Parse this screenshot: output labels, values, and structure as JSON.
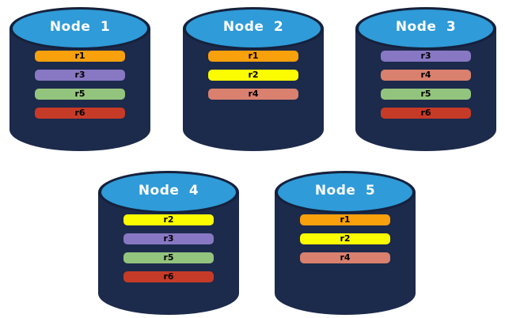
{
  "diagram": {
    "nodes": [
      {
        "label": "Node 1",
        "replicas": [
          "r1",
          "r3",
          "r5",
          "r6"
        ]
      },
      {
        "label": "Node 2",
        "replicas": [
          "r1",
          "r2",
          "r4"
        ]
      },
      {
        "label": "Node 3",
        "replicas": [
          "r3",
          "r4",
          "r5",
          "r6"
        ]
      },
      {
        "label": "Node 4",
        "replicas": [
          "r2",
          "r3",
          "r5",
          "r6"
        ]
      },
      {
        "label": "Node 5",
        "replicas": [
          "r1",
          "r2",
          "r4"
        ]
      }
    ],
    "replica_colors": {
      "r1": "#F9A00D",
      "r2": "#FCFC00",
      "r3": "#8878C3",
      "r4": "#D9806E",
      "r5": "#93C47D",
      "r6": "#C63B27"
    },
    "colors": {
      "cylinder_body": "#1C2A4B",
      "cylinder_outline": "#15213C",
      "cylinder_top": "#2F9BD8",
      "node_label": "#FFFFFF",
      "replica_label": "#000000",
      "background": "#FFFFFF"
    }
  }
}
